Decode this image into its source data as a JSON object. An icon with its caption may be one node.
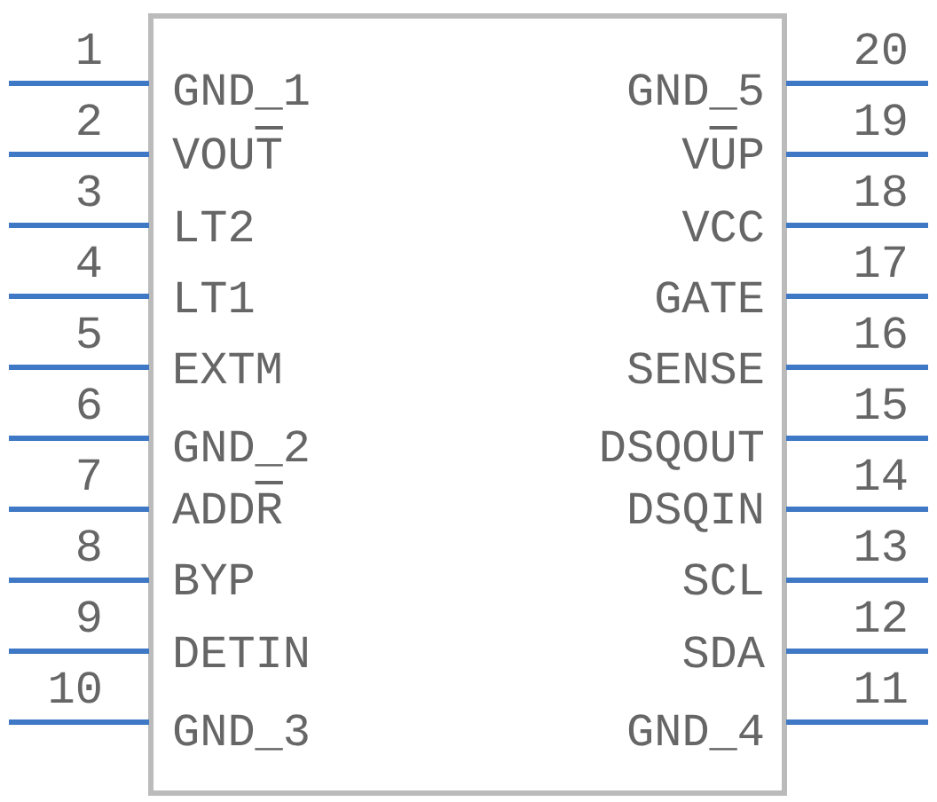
{
  "diagram": {
    "nodes": [
      {
        "text": [],
        "shape": "box"
      }
    ],
    "edges": [],
    "labels": [
      "1",
      "GND_1",
      "GND_5",
      "20",
      "2",
      "VOUT",
      "VUP",
      "19",
      "3",
      "LT2",
      "VCC",
      "18",
      "4",
      "LT1",
      "GATE",
      "17",
      "5",
      "EXTM",
      "SENSE",
      "16",
      "6",
      "GND_2",
      "DSQOUT",
      "15",
      "7",
      "ADDR",
      "DSQIN",
      "14",
      "8",
      "BYP",
      "SCL",
      "13",
      "9",
      "DETIN",
      "SDA",
      "12",
      "10",
      "GND_3",
      "GND_4",
      "11"
    ]
  }
}
